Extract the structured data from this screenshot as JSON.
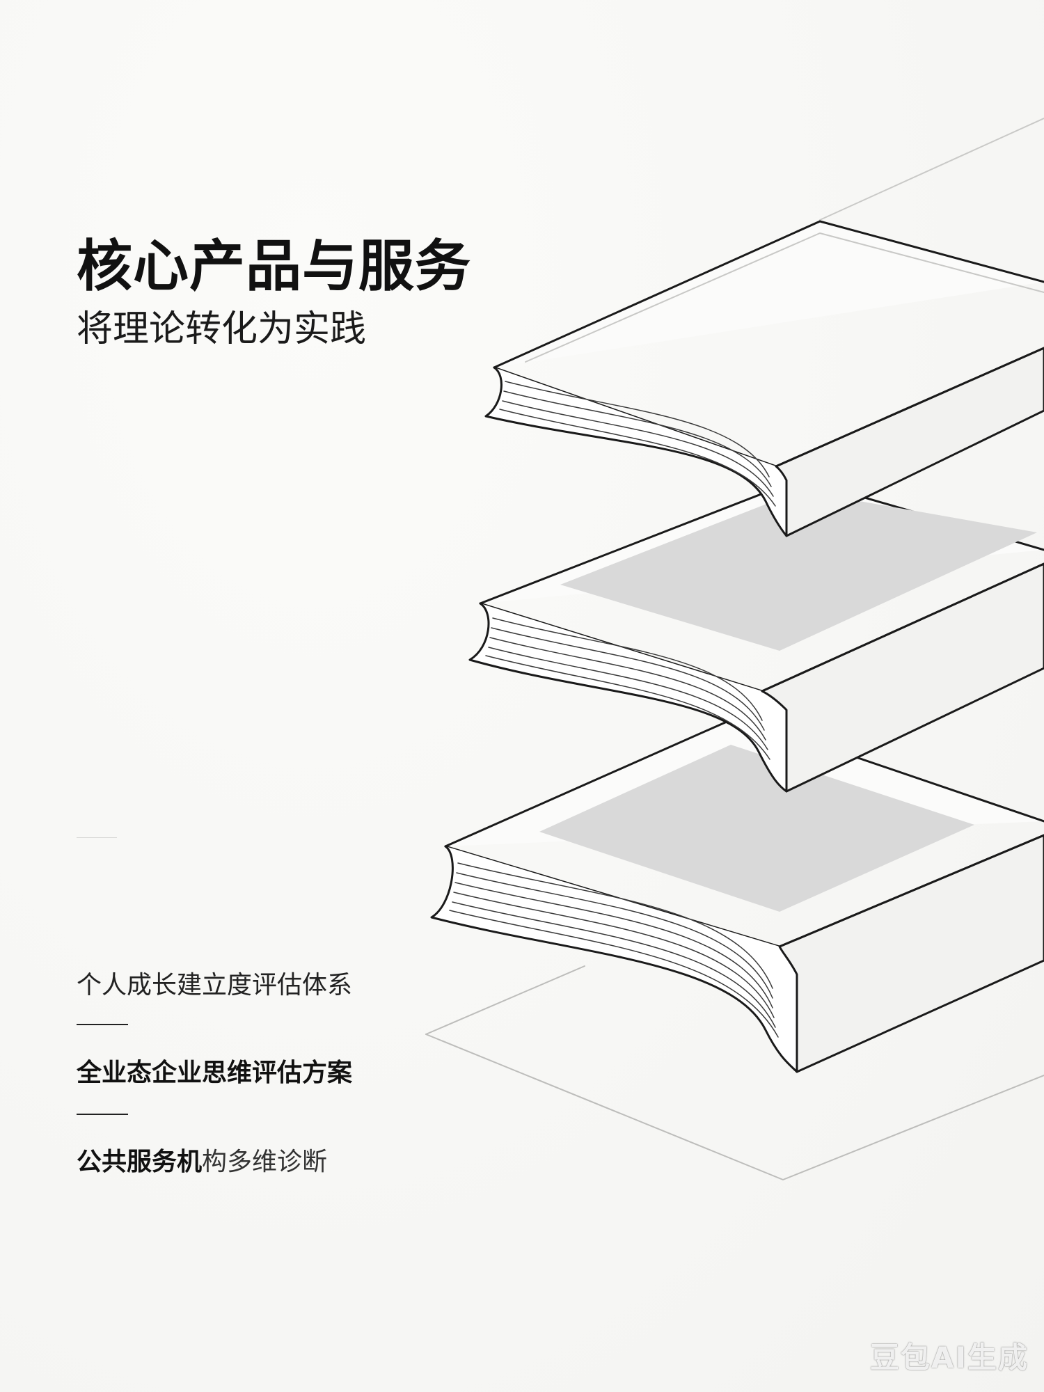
{
  "header": {
    "title": "核心产品与服务",
    "subtitle": "将理论转化为实践"
  },
  "items": [
    {
      "text": "个人成长建立度评估体系"
    },
    {
      "text": "全业态企业思维评估方案"
    },
    {
      "bold": "公共服务机",
      "light": "构多维诊断"
    }
  ],
  "watermark": "豆包AI生成",
  "colors": {
    "background": "#f9f9f7",
    "ink": "#111111",
    "book_line": "#1a1a1a",
    "cover_inset": "#d9d9d9"
  }
}
